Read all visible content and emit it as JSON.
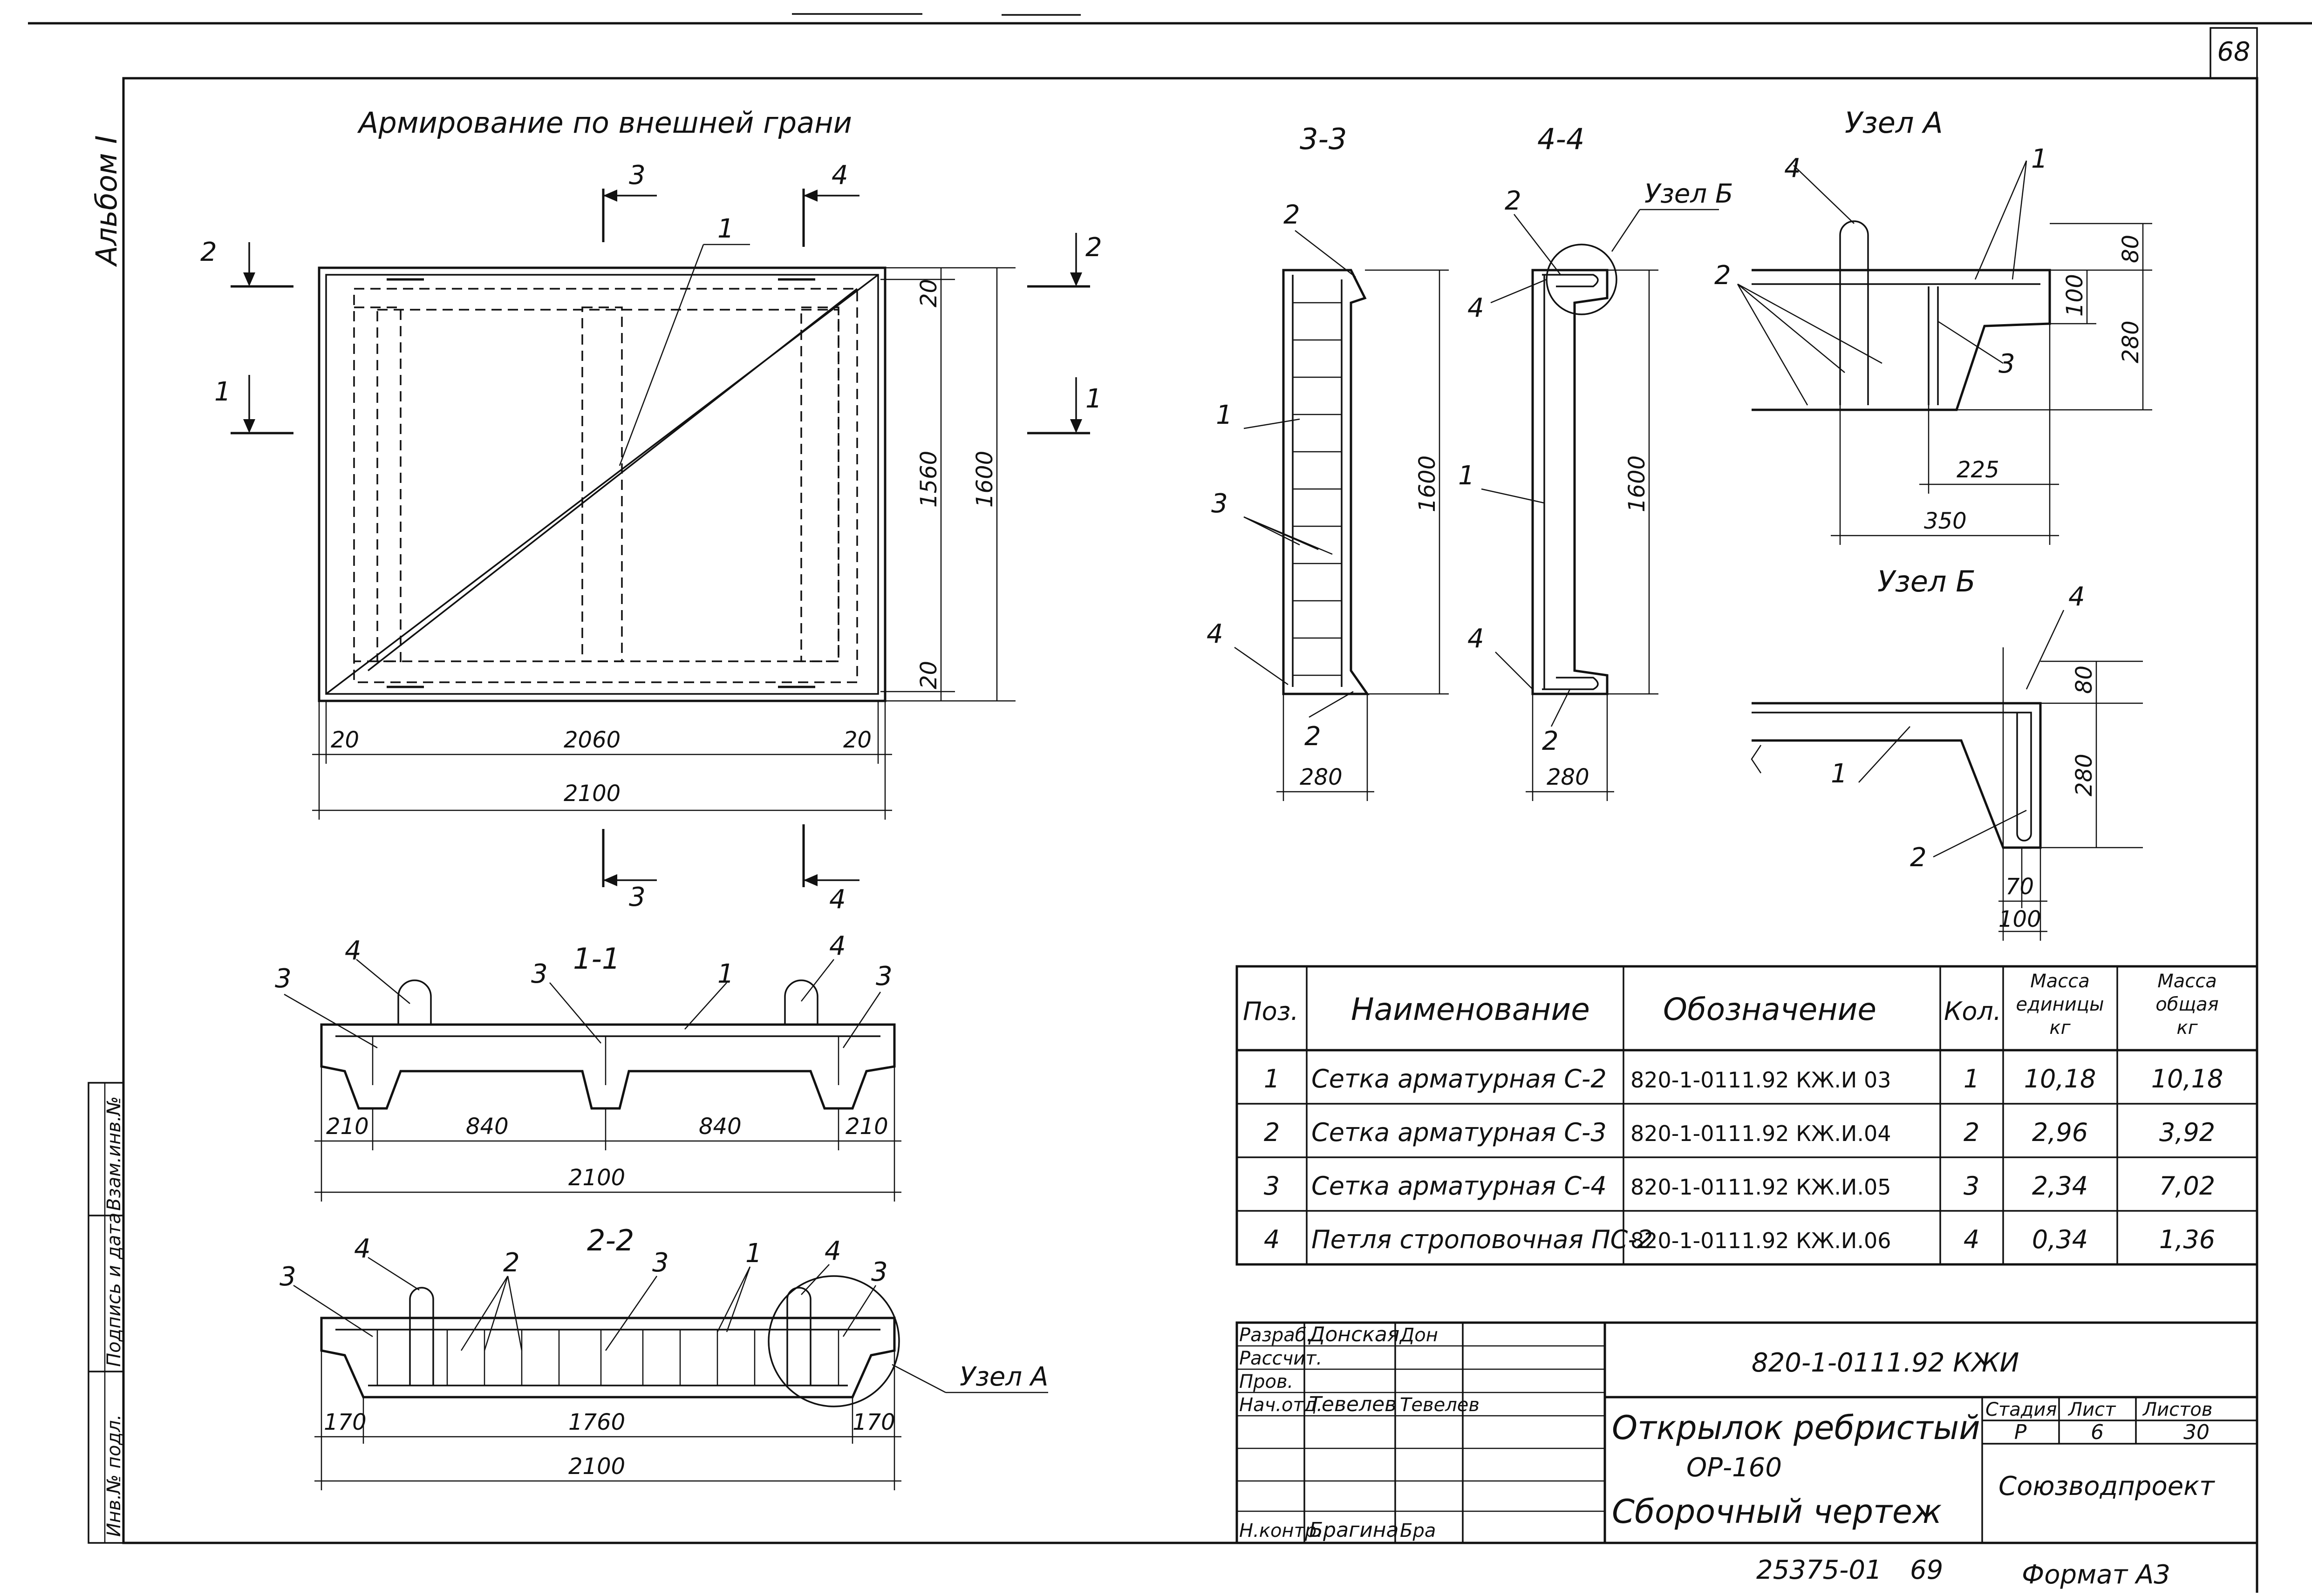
{
  "sheet": {
    "page_number": "68",
    "album": "Альбом I"
  },
  "main_view": {
    "title": "Армирование по внешней грани"
  },
  "dimensions": {
    "top_20": "20",
    "bottom_20": "20",
    "h_1560": "1560",
    "h_1600": "1600",
    "left_20": "20",
    "w_2060": "2060",
    "right_20": "20",
    "w_2100": "2100"
  },
  "cuts": {
    "c1": "1",
    "c2": "2",
    "c3": "3",
    "c4": "4"
  },
  "section_3_3": {
    "title": "3-3",
    "h": "1600",
    "w": "280"
  },
  "section_4_4": {
    "title": "4-4",
    "h": "1600",
    "w": "280",
    "node_ref": "Узел Б"
  },
  "node_a": {
    "title": "Узел А",
    "d80": "80",
    "d100": "100",
    "d280": "280",
    "d225": "225",
    "d350": "350"
  },
  "node_b": {
    "title": "Узел Б",
    "d80": "80",
    "d280": "280",
    "d70": "70",
    "d100": "100"
  },
  "section_1_1": {
    "title": "1-1",
    "d210a": "210",
    "d840a": "840",
    "d840b": "840",
    "d210b": "210",
    "d2100": "2100"
  },
  "section_2_2": {
    "title": "2-2",
    "d170a": "170",
    "d1760": "1760",
    "d170b": "170",
    "d2100": "2100",
    "node_ref": "Узел А"
  },
  "positions": {
    "p1": "1",
    "p2": "2",
    "p3": "3",
    "p4": "4"
  },
  "spec_table": {
    "headers": {
      "pos": "Поз.",
      "name": "Наименование",
      "code": "Обозначение",
      "qty": "Кол.",
      "unit_mass_1": "Масса",
      "unit_mass_2": "единицы",
      "unit_mass_3": "кг",
      "total_mass_1": "Масса",
      "total_mass_2": "общая",
      "total_mass_3": "кг"
    },
    "rows": [
      {
        "pos": "1",
        "name": "Сетка арматурная С-2",
        "code": "820-1-0111.92 КЖ.И 03",
        "qty": "1",
        "unit": "10,18",
        "total": "10,18"
      },
      {
        "pos": "2",
        "name": "Сетка арматурная С-3",
        "code": "820-1-0111.92 КЖ.И.04",
        "qty": "2",
        "unit": "2,96",
        "total": "3,92"
      },
      {
        "pos": "3",
        "name": "Сетка арматурная С-4",
        "code": "820-1-0111.92 КЖ.И.05",
        "qty": "3",
        "unit": "2,34",
        "total": "7,02"
      },
      {
        "pos": "4",
        "name": "Петля строповочная ПС-2",
        "code": "820-1-0111.92 КЖ.И.06",
        "qty": "4",
        "unit": "0,34",
        "total": "1,36"
      }
    ]
  },
  "title_block": {
    "roles": [
      "Разраб.",
      "Рассчит.",
      "Пров.",
      "Нач.отд.",
      "",
      "",
      "",
      "Н.контр."
    ],
    "names": [
      "Донская",
      "",
      "",
      "Тевелев",
      "",
      "",
      "",
      "Брагина"
    ],
    "signatures": [
      "Дон",
      "",
      "",
      "Тевелев",
      "",
      "",
      "",
      "Бра"
    ],
    "doc_code": "820-1-0111.92  КЖИ",
    "name_1": "Открылок ребристый",
    "name_2": "ОР-160",
    "name_3": "Сборочный чертеж",
    "stage_label": "Стадия",
    "sheet_label": "Лист",
    "sheets_label": "Листов",
    "stage": "Р",
    "sheet": "6",
    "sheets": "30",
    "org": "Союзводпроект"
  },
  "side_stamp": {
    "c1": "Инв.№ подл.",
    "c2": "Подпись и дата",
    "c3": "Взам.инв.№"
  },
  "footer": {
    "number": "25375-01",
    "page": "69",
    "format": "Формат А3"
  }
}
